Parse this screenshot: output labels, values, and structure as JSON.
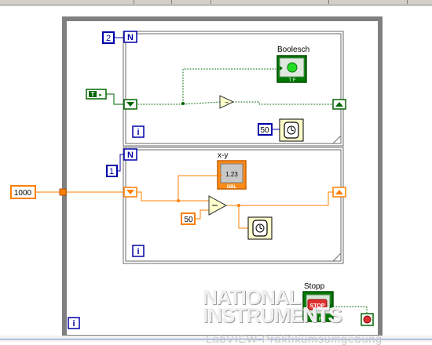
{
  "labels": {
    "loop_count_top": "2",
    "loop_count_bottom": "1",
    "for_loop_symbol": "N",
    "iteration_symbol": "i",
    "bool_const": "T",
    "boolean_indicator_label": "Boolesch",
    "boolean_tf": "T F",
    "wait_ms_top": "50",
    "xy_label": "x-y",
    "numeric_display": "1.23",
    "dbl_tag": "DBL",
    "const_1000": "1000",
    "wait_ms_bottom": "50",
    "stop_label": "Stopp",
    "stop_button_text": "STOP",
    "stop_tf": "T F"
  },
  "watermark": {
    "line1": "NATIONAL",
    "line2": "INSTRUMENTS"
  },
  "footer": {
    "text": "LabVIEW-Praktikumsumgebung"
  },
  "colors": {
    "while_loop_frame": "#7f7f7f",
    "boolean_wire": "#006600",
    "numeric_wire": "#ff7f00",
    "integer_blue": "#0000aa",
    "led_green": "#22dd22",
    "stop_red": "#e03030"
  },
  "icons": {
    "wait": "stopwatch-icon",
    "not": "not-gate-icon",
    "subtract": "subtract-icon",
    "stop_condition": "stop-sign-icon"
  }
}
